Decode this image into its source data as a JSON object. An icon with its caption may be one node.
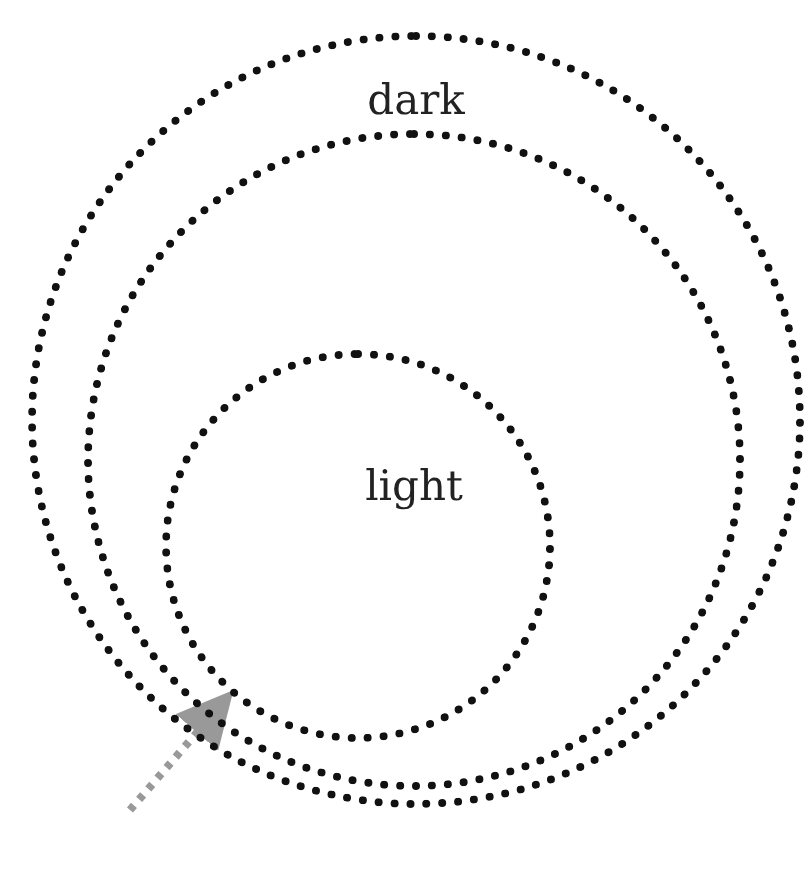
{
  "diagram": {
    "nodes": [
      {
        "text": [
          "dark"
        ]
      },
      {
        "text": [],
        "shape": "circle",
        "in": 0
      },
      {
        "text": [
          "light"
        ],
        "in": 1
      }
    ],
    "edges": [
      {
        "from": null,
        "to": 2,
        "arrow": "to",
        "style": "dashed",
        "color": "#999999"
      }
    ]
  }
}
